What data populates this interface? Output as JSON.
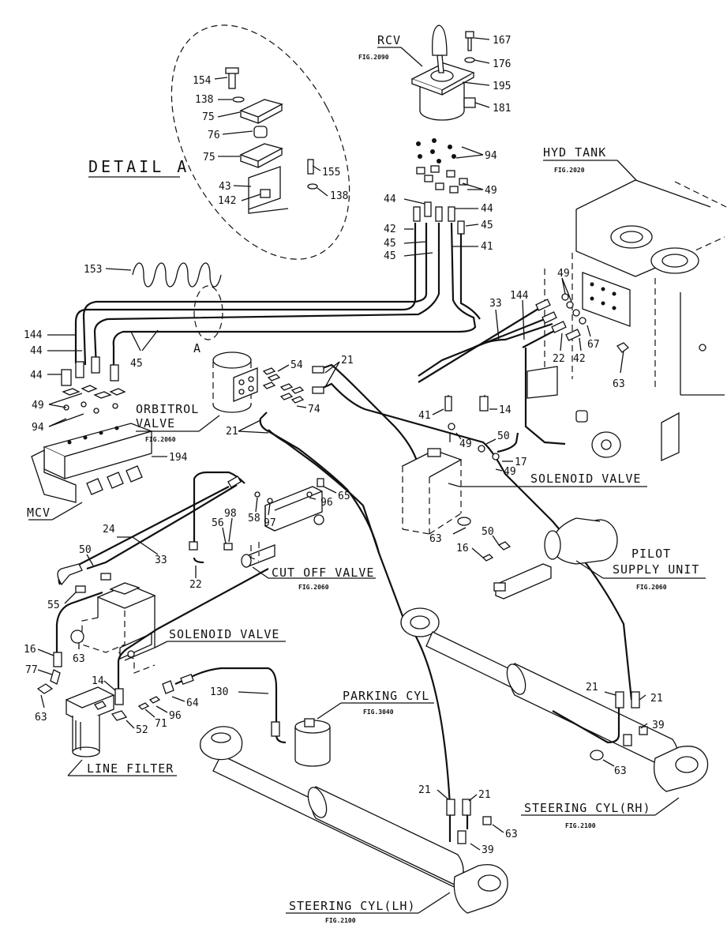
{
  "detail": {
    "title": "DETAIL A",
    "callout": "A"
  },
  "components": {
    "rcv": {
      "name": "RCV",
      "fig": "FIG.2090"
    },
    "hyd_tank": {
      "name": "HYD TANK",
      "fig": "FIG.2020"
    },
    "orbitrol": {
      "name_line1": "ORBITROL",
      "name_line2": "VALVE",
      "fig": "FIG.2060"
    },
    "mcv": {
      "name": "MCV"
    },
    "solenoid_1": {
      "name": "SOLENOID VALVE"
    },
    "cut_off": {
      "name": "CUT OFF VALVE",
      "fig": "FIG.2060"
    },
    "pilot": {
      "name_line1": "PILOT",
      "name_line2": "SUPPLY UNIT",
      "fig": "FIG.2060"
    },
    "solenoid_2": {
      "name": "SOLENOID VALVE"
    },
    "parking": {
      "name": "PARKING CYL",
      "fig": "FIG.3040"
    },
    "line_filter": {
      "name": "LINE FILTER"
    },
    "steer_rh": {
      "name": "STEERING CYL(RH)",
      "fig": "FIG.2100"
    },
    "steer_lh": {
      "name": "STEERING CYL(LH)",
      "fig": "FIG.2100"
    }
  },
  "part_numbers": {
    "p167": "167",
    "p176": "176",
    "p195": "195",
    "p181": "181",
    "p154": "154",
    "p138a": "138",
    "p75a": "75",
    "p76": "76",
    "p75b": "75",
    "p155": "155",
    "p43": "43",
    "p142": "142",
    "p138b": "138",
    "p94a": "94",
    "p49a": "49",
    "p44a": "44",
    "p44b": "44",
    "p42a": "42",
    "p45a": "45",
    "p45b": "45",
    "p45c": "45",
    "p41a": "41",
    "p153": "153",
    "p144a": "144",
    "p44c": "44",
    "p44d": "44",
    "p45d": "45",
    "p49b": "49",
    "p94b": "94",
    "p194": "194",
    "p33a": "33",
    "p144b": "144",
    "p49c": "49",
    "p67": "67",
    "p22a": "22",
    "p42b": "42",
    "p63a": "63",
    "p54": "54",
    "p21a": "21",
    "p74": "74",
    "p21b": "21",
    "p41b": "41",
    "p14a": "14",
    "p49d": "49",
    "p50a": "50",
    "p17": "17",
    "p49e": "49",
    "p65": "65",
    "p58": "58",
    "p97": "97",
    "p96a": "96",
    "p56": "56",
    "p98": "98",
    "p24": "24",
    "p33b": "33",
    "p22b": "22",
    "p50b": "50",
    "p63b": "63",
    "p16a": "16",
    "p50c": "50",
    "p55": "55",
    "p16b": "16",
    "p63c": "63",
    "p77": "77",
    "p63d": "63",
    "p14b": "14",
    "p64": "64",
    "p96b": "96",
    "p71": "71",
    "p52": "52",
    "p130": "130",
    "p21c": "21",
    "p21d": "21",
    "p39a": "39",
    "p63e": "63",
    "p21e": "21",
    "p21f": "21",
    "p39b": "39",
    "p63f": "63"
  }
}
